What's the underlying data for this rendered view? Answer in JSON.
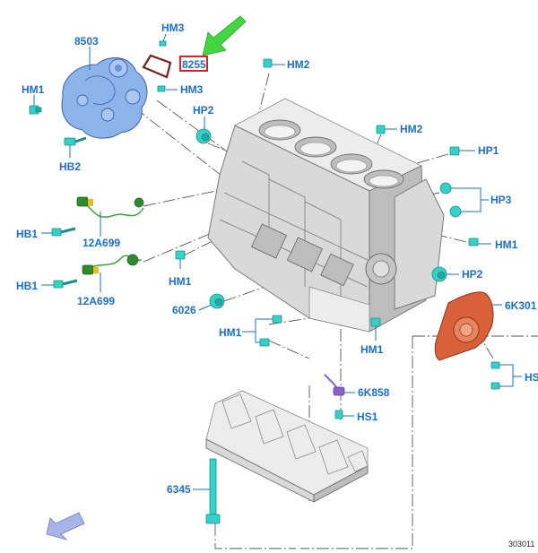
{
  "labels": {
    "p8503": "8503",
    "hm3_top": "HM3",
    "p8255": "8255",
    "hm1_pump": "HM1",
    "hm3_mid": "HM3",
    "hb2": "HB2",
    "hm2_top": "HM2",
    "hp2_top": "HP2",
    "hm2_right": "HM2",
    "hp1": "HP1",
    "hp3": "HP3",
    "hb1_upper": "HB1",
    "p12a699_upper": "12A699",
    "hm1_right": "HM1",
    "hp2_right": "HP2",
    "hb1_lower": "HB1",
    "p12a699_lower": "12A699",
    "hm1_center": "HM1",
    "p6k301": "6K301",
    "p6026": "6026",
    "hm1_lowleft": "HM1",
    "hm1_lowright": "HM1",
    "hs_right": "HS",
    "p6k858": "6K858",
    "hs1": "HS1",
    "p6345": "6345",
    "ref_number": "303011"
  },
  "colors": {
    "label_blue": "#1b6fd1",
    "pump_blue": "#8db4ea",
    "seal_orange": "#d9613a",
    "fastener_cyan": "#37d0c8",
    "harness_green": "#3aa63a",
    "sensor_purple": "#8b5fc9",
    "highlight_red": "#e32020",
    "arrow_green": "#42d642",
    "arrow_lavender": "#a8b4e8"
  },
  "icons": {
    "pointer": "green-arrow-icon",
    "front": "front-direction-arrow-icon"
  }
}
